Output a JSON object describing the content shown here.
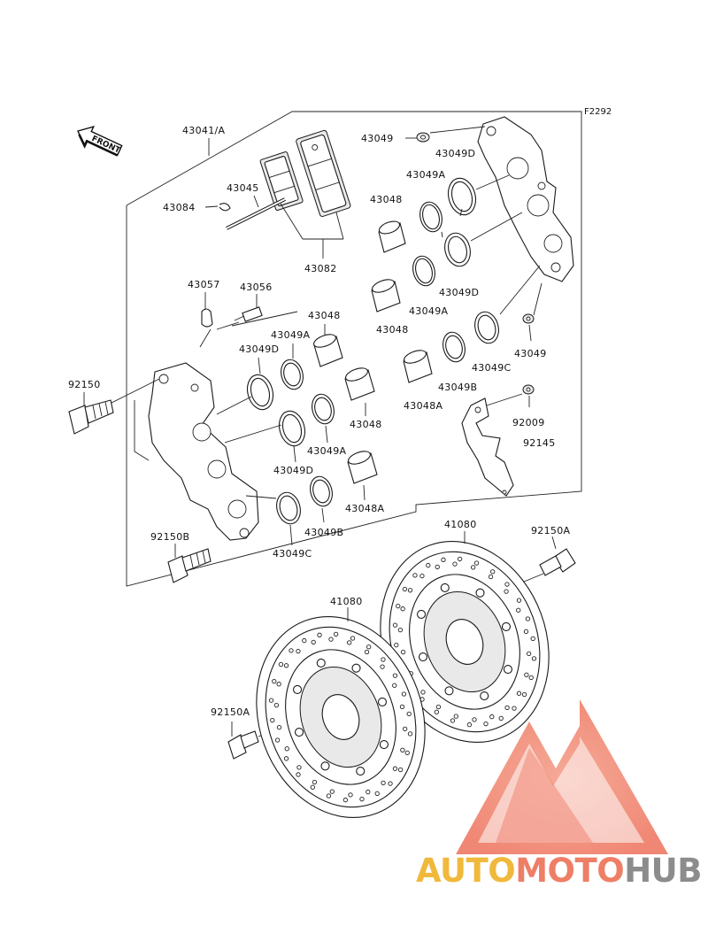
{
  "figure_code": "F2292",
  "front_label": "FRONT",
  "parts": {
    "p43041A": "43041/A",
    "p43045": "43045",
    "p43084": "43084",
    "p43082": "43082",
    "p43049_top": "43049",
    "p43049D_top": "43049D",
    "p43049A_top": "43049A",
    "p43048_top": "43048",
    "p43049D_mid": "43049D",
    "p43049A_mid": "43049A",
    "p43048_mid": "43048",
    "p43057": "43057",
    "p43056": "43056",
    "p43048_left": "43048",
    "p43049A_left": "43049A",
    "p43049D_left": "43049D",
    "p92150": "92150",
    "p43048_lmid": "43048",
    "p43049C_right": "43049C",
    "p43049_right": "43049",
    "p43049B_right": "43049B",
    "p43048A_right": "43048A",
    "p92009": "92009",
    "p92145": "92145",
    "p43049A_low": "43049A",
    "p43049D_low": "43049D",
    "p43048A_low": "43048A",
    "p92150B": "92150B",
    "p43049B_low": "43049B",
    "p43049C_low": "43049C",
    "p41080_right": "41080",
    "p92150A_right": "92150A",
    "p41080_left": "41080",
    "p92150A_left": "92150A"
  },
  "watermark": {
    "part1": "AUTO",
    "part2": "MOTO",
    "part3": "HUB",
    "color1": "#f0b93c",
    "color2": "#ee7f66",
    "color3": "#8c8c8c"
  }
}
